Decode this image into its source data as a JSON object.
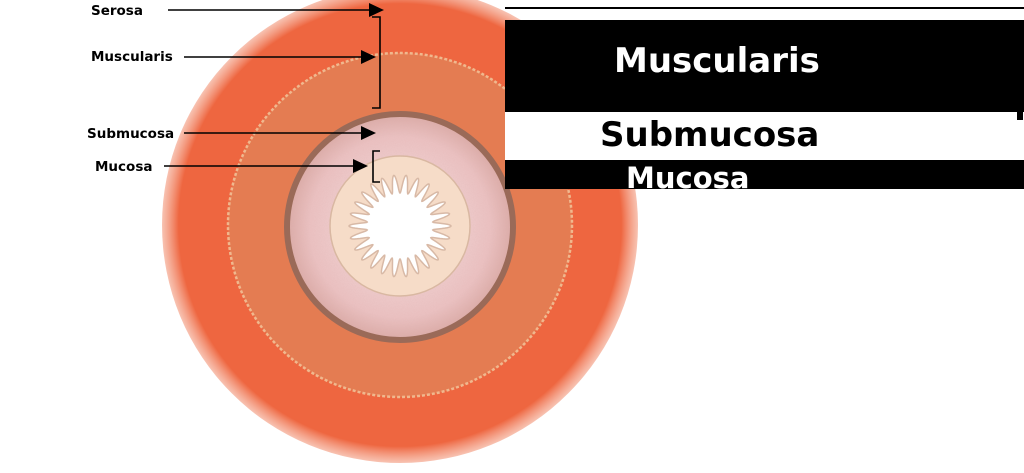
{
  "diagram": {
    "labels": {
      "serosa": "Serosa",
      "muscularis": "Muscularis",
      "submucosa": "Submucosa",
      "mucosa": "Mucosa"
    },
    "legend": {
      "muscularis": "Muscularis",
      "submucosa": "Submucosa",
      "mucosa": "Mucosa"
    },
    "colors": {
      "serosa_layer": "#ee6640",
      "muscularis_layer": "#e47c52",
      "submucosa_layer": "#eec8c8",
      "submucosa_border": "#9a6a58",
      "mucosa_layer": "#f6dcc8",
      "lumen": "#ffffff",
      "legend_band": "#000000",
      "legend_text_on_dark": "#ffffff",
      "legend_text_on_light": "#000000",
      "arrow": "#000000"
    }
  }
}
